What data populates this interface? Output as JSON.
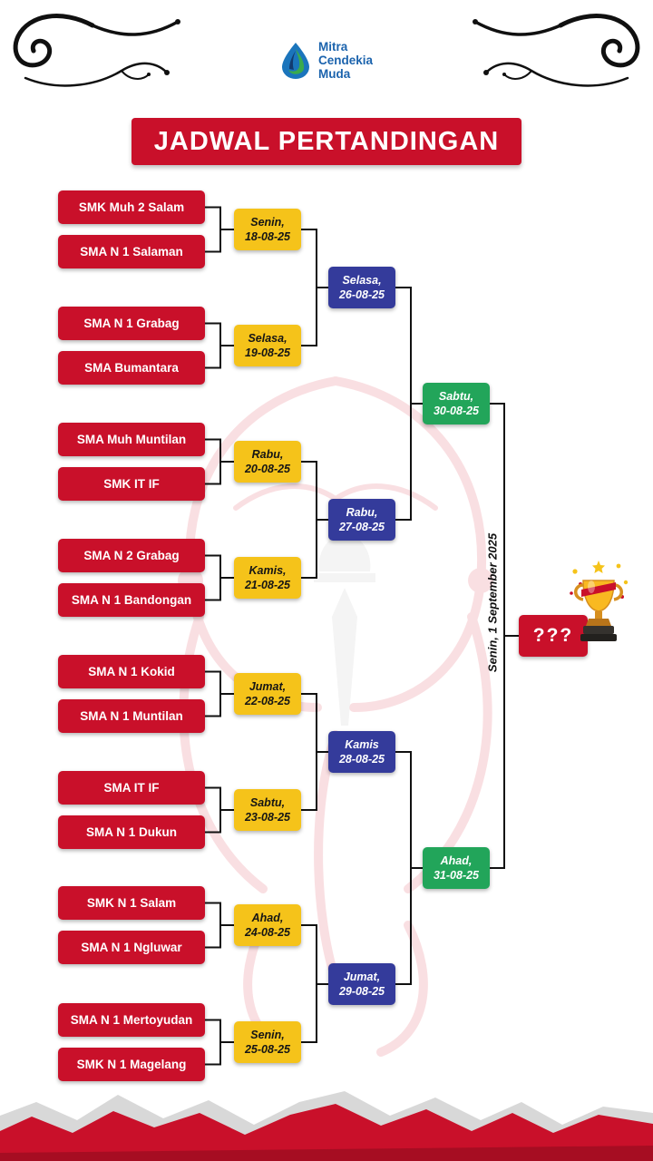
{
  "logo": {
    "name_lines": [
      "Mitra",
      "Cendekia",
      "Muda"
    ]
  },
  "title": "JADWAL PERTANDINGAN",
  "teams": [
    "SMK Muh 2 Salam",
    "SMA N 1 Salaman",
    "SMA N 1 Grabag",
    "SMA Bumantara",
    "SMA Muh Muntilan",
    "SMK IT IF",
    "SMA N 2 Grabag",
    "SMA N 1 Bandongan",
    "SMA N 1 Kokid",
    "SMA N 1 Muntilan",
    "SMA IT IF",
    "SMA N 1 Dukun",
    "SMK N 1 Salam",
    "SMA N 1 Ngluwar",
    "SMA N 1 Mertoyudan",
    "SMK N 1 Magelang"
  ],
  "round1": [
    {
      "day": "Senin,",
      "date": "18-08-25"
    },
    {
      "day": "Selasa,",
      "date": "19-08-25"
    },
    {
      "day": "Rabu,",
      "date": "20-08-25"
    },
    {
      "day": "Kamis,",
      "date": "21-08-25"
    },
    {
      "day": "Jumat,",
      "date": "22-08-25"
    },
    {
      "day": "Sabtu,",
      "date": "23-08-25"
    },
    {
      "day": "Ahad,",
      "date": "24-08-25"
    },
    {
      "day": "Senin,",
      "date": "25-08-25"
    }
  ],
  "round2": [
    {
      "day": "Selasa,",
      "date": "26-08-25"
    },
    {
      "day": "Rabu,",
      "date": "27-08-25"
    },
    {
      "day": "Kamis",
      "date": "28-08-25"
    },
    {
      "day": "Jumat,",
      "date": "29-08-25"
    }
  ],
  "semifinal": [
    {
      "day": "Sabtu,",
      "date": "30-08-25"
    },
    {
      "day": "Ahad,",
      "date": "31-08-25"
    }
  ],
  "final": {
    "winner_placeholder": "???",
    "date": "Senin, 1 September 2025"
  },
  "icons": {
    "trophy": "trophy-icon",
    "logo_drop": "logo-drop-icon",
    "flourish": "corner-flourish-icon"
  },
  "colors": {
    "red": "#c9102a",
    "yellow": "#f5c31a",
    "blue": "#343b9b",
    "green": "#22a55a"
  }
}
